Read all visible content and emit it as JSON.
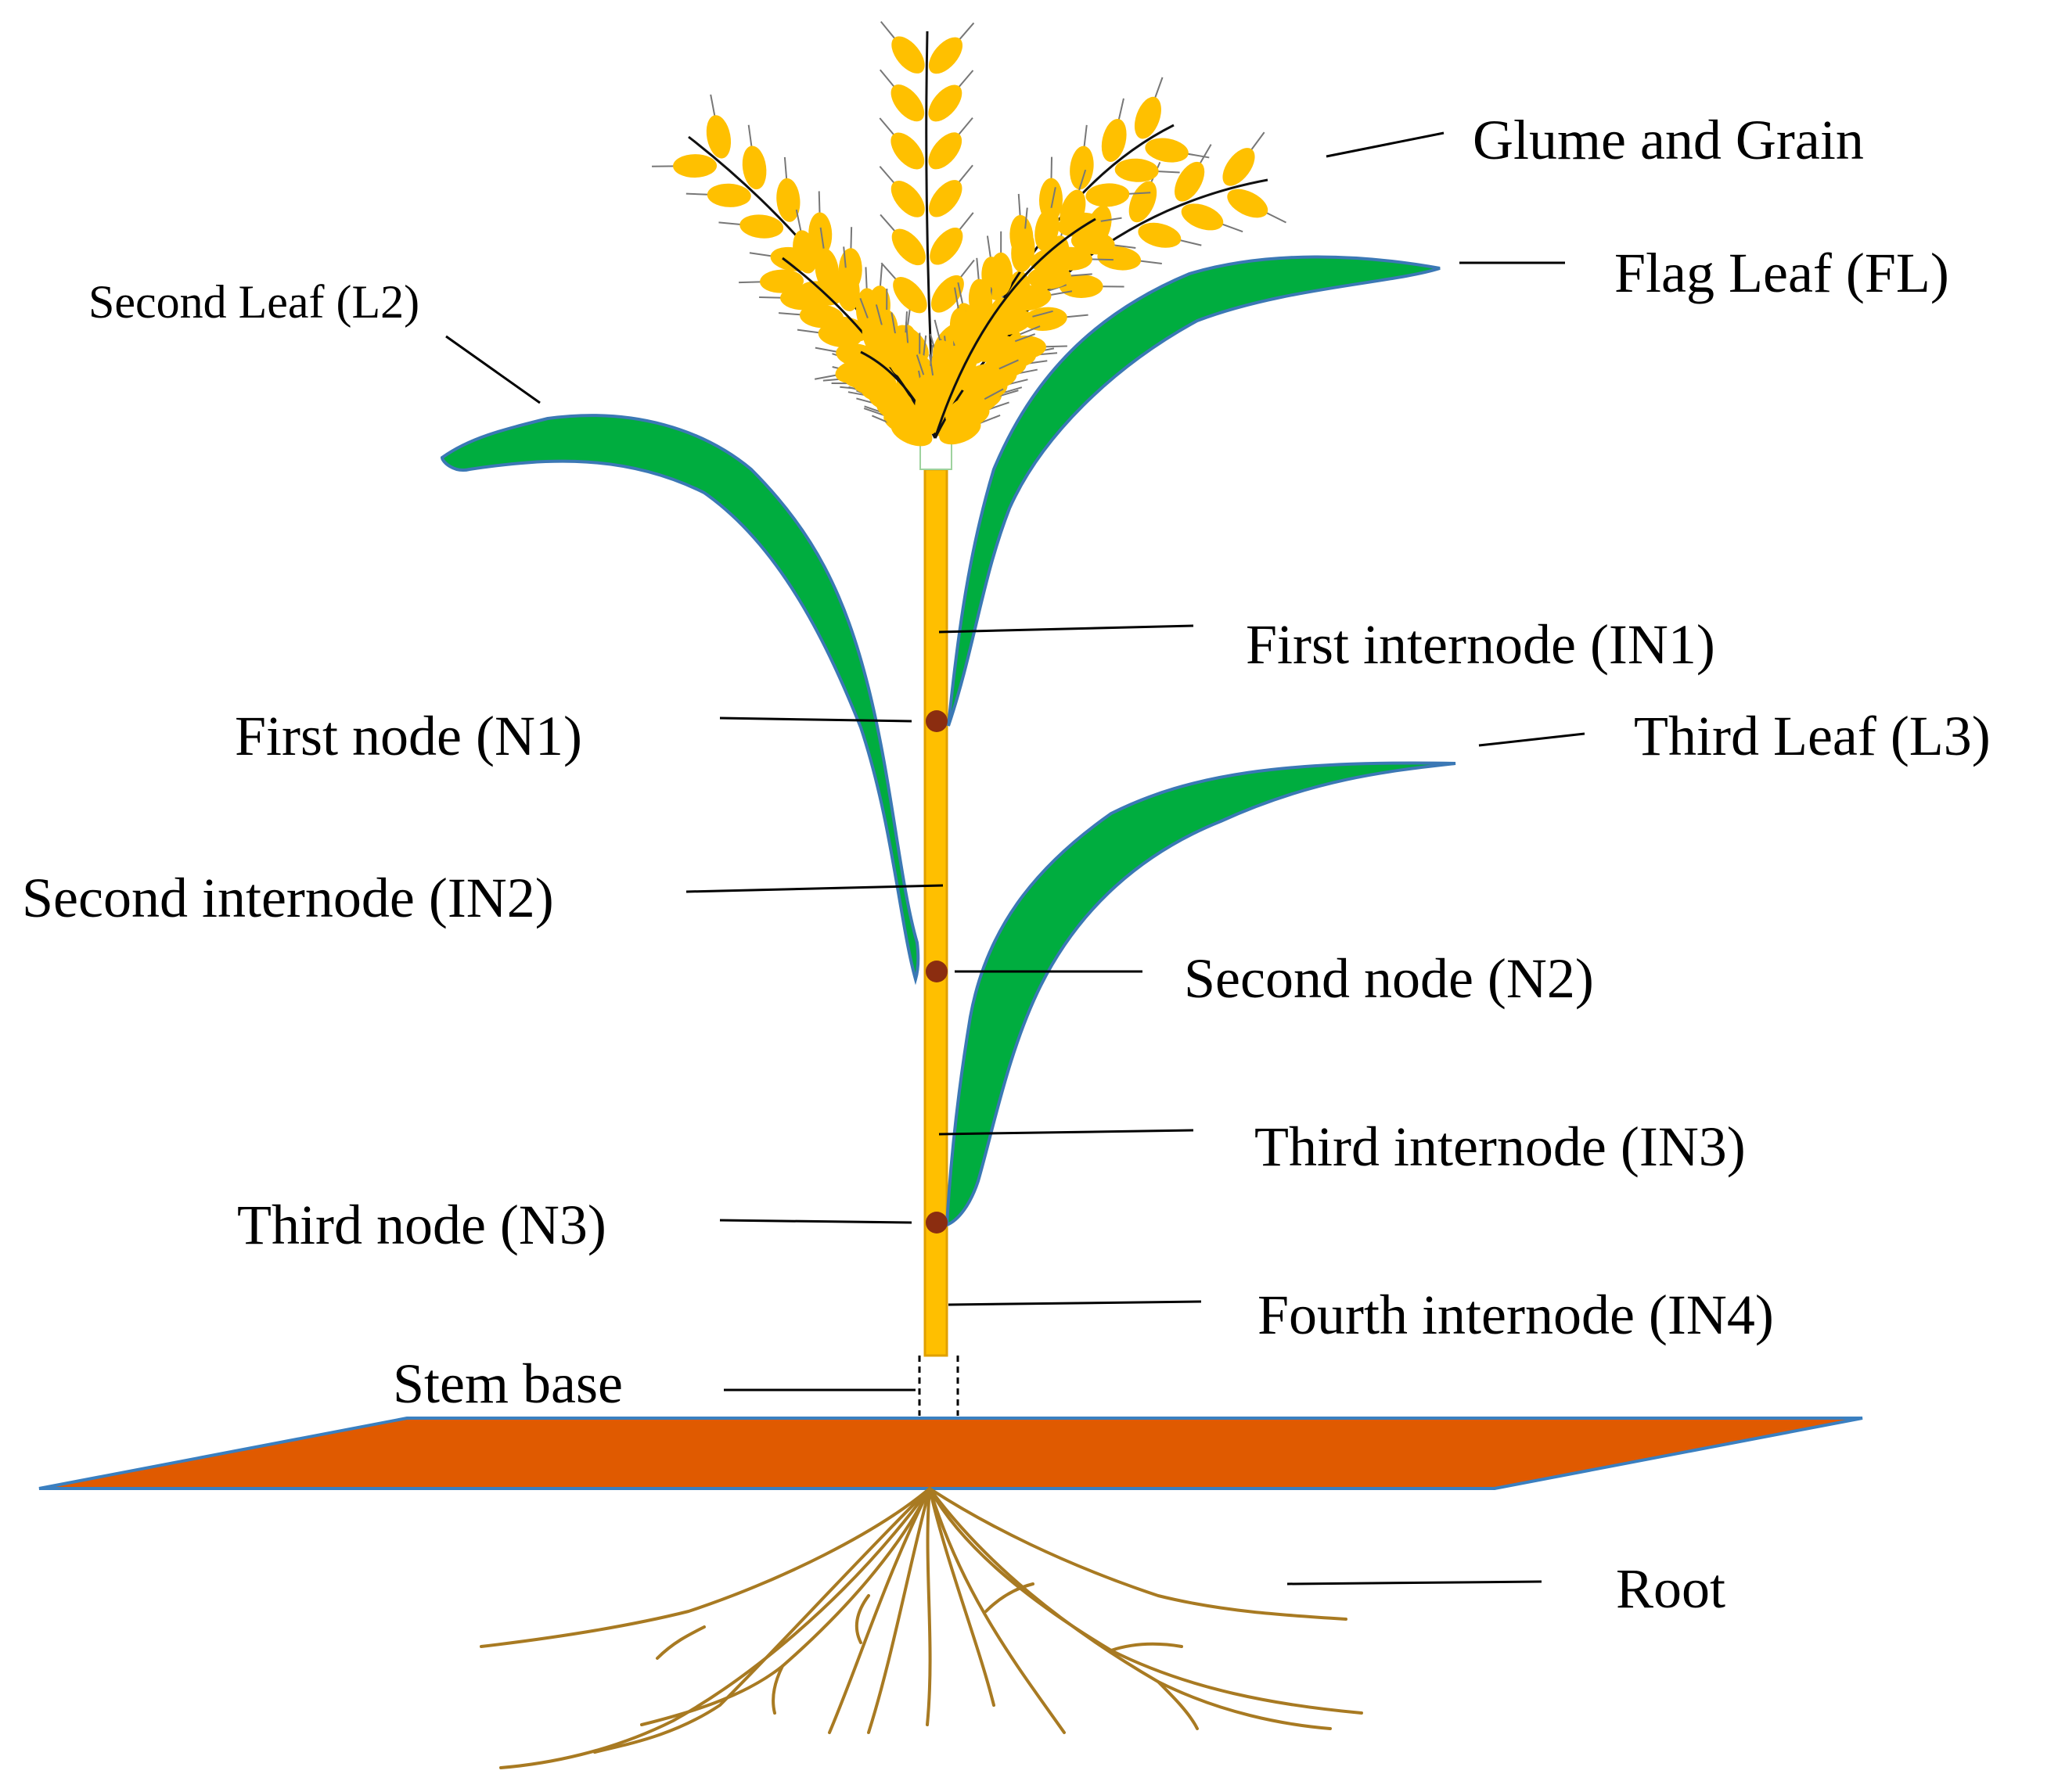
{
  "labels": {
    "glume_grain": "Glume and Grain",
    "flag_leaf": "Flag Leaf (FL)",
    "second_leaf": "Second Leaf (L2)",
    "first_internode": "First internode (IN1)",
    "first_node": "First node  (N1)",
    "third_leaf": "Third Leaf (L3)",
    "second_internode": "Second  internode (IN2)",
    "second_node": "Second node (N2)",
    "third_internode": "Third  internode (IN3)",
    "third_node": "Third node (N3)",
    "fourth_internode": "Fourth  internode (IN4)",
    "stem_base": "Stem base",
    "root": "Root"
  },
  "colors": {
    "leaf": "#00ad3f",
    "leaf_edge": "#3b78b5",
    "stem": "#ffbf00",
    "stem_edge": "#e0a000",
    "node": "#8b2d10",
    "soil": "#e05a00",
    "soil_edge": "#3a7fc0",
    "grain": "#ffc000",
    "root": "#a87a22",
    "leader_line": "#000000"
  }
}
